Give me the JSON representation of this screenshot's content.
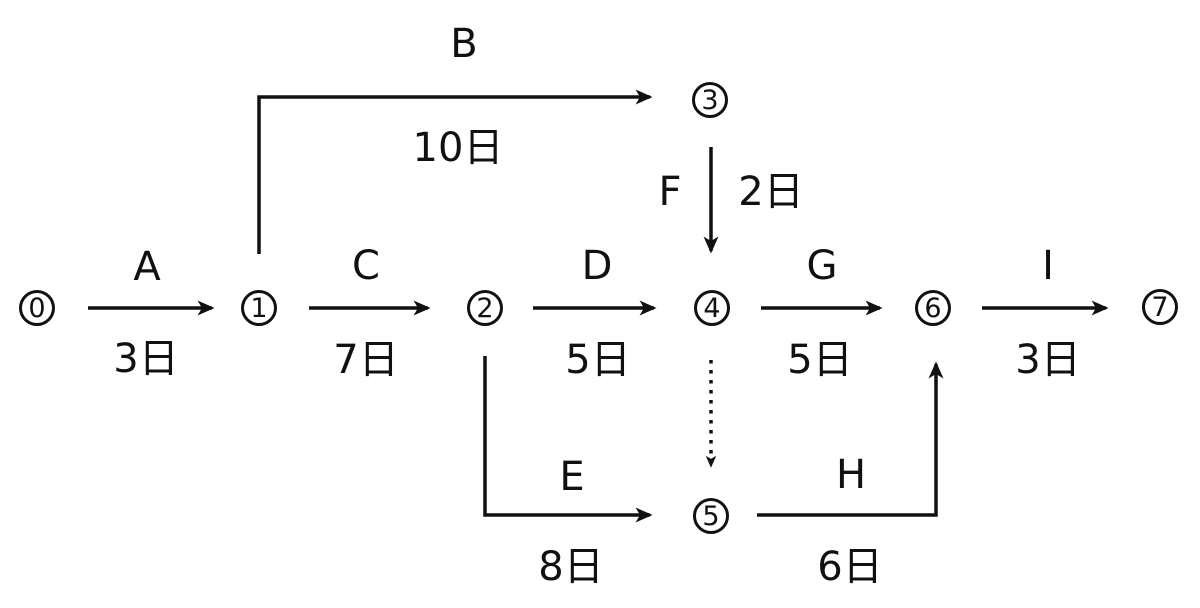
{
  "diagram": {
    "type": "activity-network-arrow-diagram",
    "colors": {
      "ink": "#111111",
      "background": "#ffffff"
    },
    "nodes": [
      {
        "id": "0",
        "label": "0"
      },
      {
        "id": "1",
        "label": "1"
      },
      {
        "id": "2",
        "label": "2"
      },
      {
        "id": "3",
        "label": "3"
      },
      {
        "id": "4",
        "label": "4"
      },
      {
        "id": "5",
        "label": "5"
      },
      {
        "id": "6",
        "label": "6"
      },
      {
        "id": "7",
        "label": "7"
      }
    ],
    "edges": [
      {
        "activity": "A",
        "from": "0",
        "to": "1",
        "duration": "3日",
        "style": "solid"
      },
      {
        "activity": "B",
        "from": "1",
        "to": "3",
        "duration": "10日",
        "style": "solid"
      },
      {
        "activity": "C",
        "from": "1",
        "to": "2",
        "duration": "7日",
        "style": "solid"
      },
      {
        "activity": "D",
        "from": "2",
        "to": "4",
        "duration": "5日",
        "style": "solid"
      },
      {
        "activity": "F",
        "from": "3",
        "to": "4",
        "duration": "2日",
        "style": "solid"
      },
      {
        "activity": "G",
        "from": "4",
        "to": "6",
        "duration": "5日",
        "style": "solid"
      },
      {
        "activity": "I",
        "from": "6",
        "to": "7",
        "duration": "3日",
        "style": "solid"
      },
      {
        "activity": "E",
        "from": "2",
        "to": "5",
        "duration": "8日",
        "style": "solid"
      },
      {
        "activity": "H",
        "from": "5",
        "to": "6",
        "duration": "6日",
        "style": "solid"
      },
      {
        "activity": "",
        "from": "4",
        "to": "5",
        "duration": "",
        "style": "dotted"
      }
    ]
  }
}
